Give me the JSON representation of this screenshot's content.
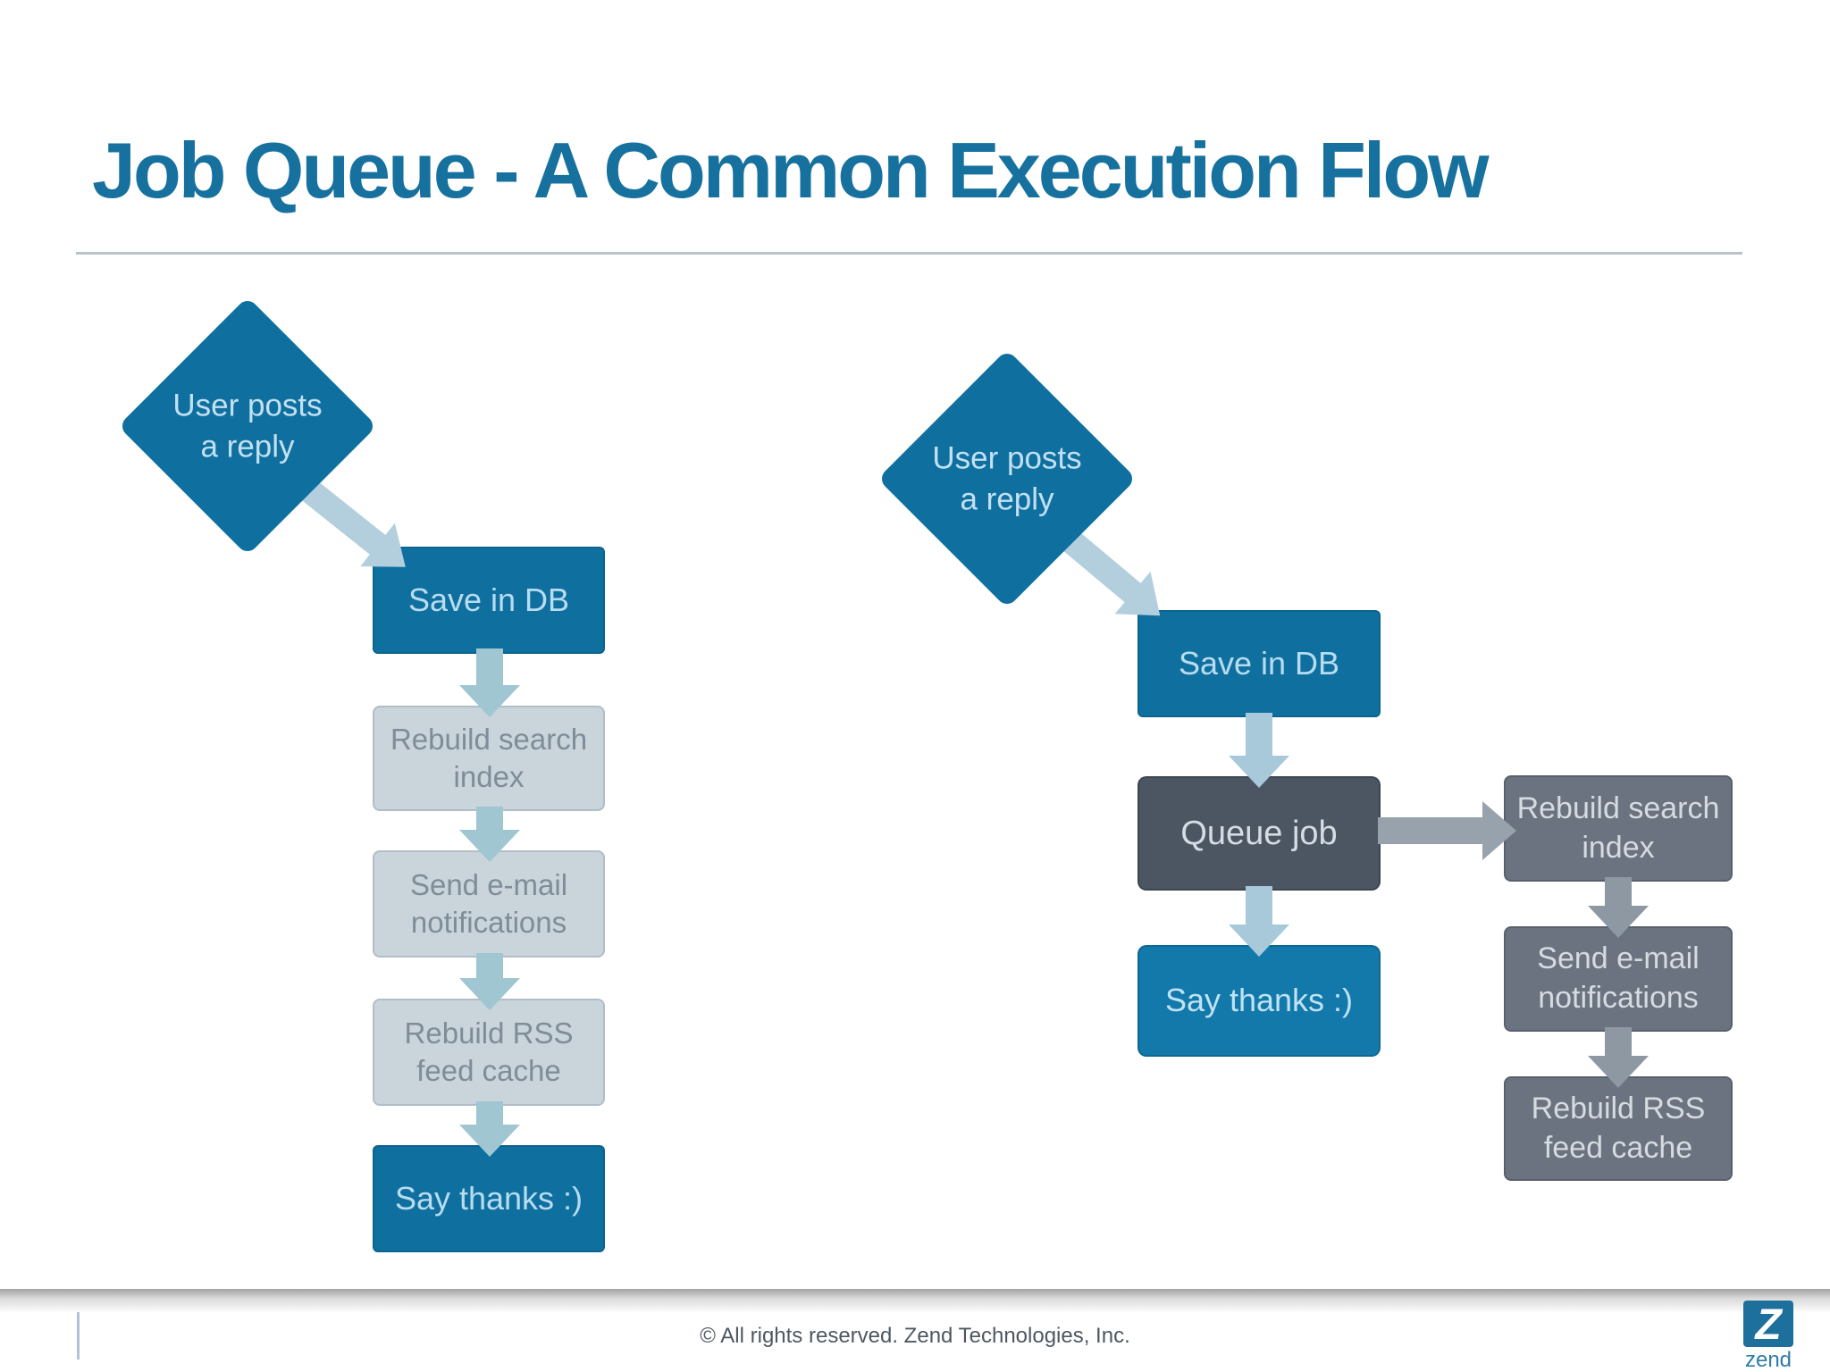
{
  "slide": {
    "title": "Job Queue - A Common Execution Flow",
    "footer": {
      "copyright": "© All rights reserved. Zend Technologies, Inc.",
      "logo_mark": "Z",
      "logo_text": "zend"
    },
    "colors": {
      "title": "#17719e",
      "teal_node": "#0f70a0",
      "teal_node_bright": "#1279aa",
      "dark_node": "#4c5662",
      "gray_node": "#6a737f",
      "muted_node": "#c9d4db",
      "muted_text": "#7e8d98",
      "light_blue_arrow": "#b3cfde",
      "teal_arrow": "#a0c6d1",
      "gray_arrow": "#8e98a3"
    }
  },
  "left_flow": {
    "start_label": "User posts\na reply",
    "steps": [
      "Save in DB",
      "Rebuild search\nindex",
      "Send e-mail\nnotifications",
      "Rebuild RSS\nfeed cache",
      "Say thanks :)"
    ]
  },
  "right_flow": {
    "start_label": "User posts\na reply",
    "main_steps": [
      "Save in DB",
      "Queue job",
      "Say thanks :)"
    ],
    "queued_steps": [
      "Rebuild search\nindex",
      "Send e-mail\nnotifications",
      "Rebuild RSS\nfeed cache"
    ]
  }
}
